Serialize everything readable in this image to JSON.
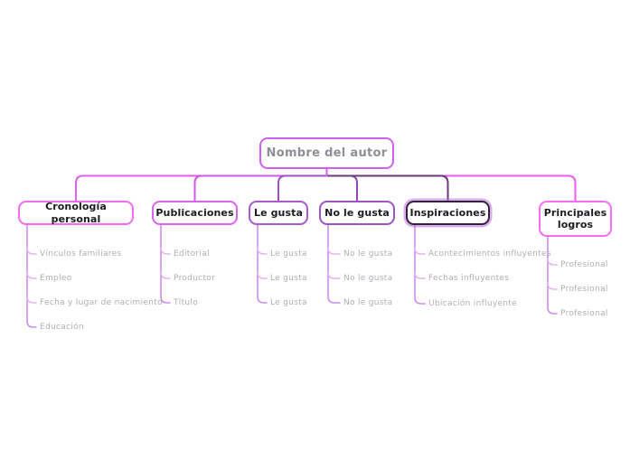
{
  "root": {
    "label": "Nombre del autor"
  },
  "colors": {
    "root_border": "#d35ff0",
    "root_text": "#8f8f97",
    "child_text": "#b1aeb5",
    "child_line": "#cf8de9",
    "child_stub": "#e4b6f2",
    "selection_ring": "#ba6ce0"
  },
  "branches": [
    {
      "label": "Cronología personal",
      "border_color": "#f26df2",
      "connector_color": "#e25ff0",
      "selected": false,
      "children": [
        "Vínculos familiares",
        "Empleo",
        "Fecha y lugar de nacimiento",
        "Educación"
      ]
    },
    {
      "label": "Publicaciones",
      "border_color": "#d964ee",
      "connector_color": "#cf58e8",
      "selected": false,
      "children": [
        "Editorial",
        "Productor",
        "Título"
      ]
    },
    {
      "label": "Le gusta",
      "border_color": "#a95ad2",
      "connector_color": "#a04fc8",
      "selected": false,
      "children": [
        "Le gusta",
        "Le gusta",
        "Le gusta"
      ]
    },
    {
      "label": "No le gusta",
      "border_color": "#9c54c6",
      "connector_color": "#8f46ba",
      "selected": false,
      "children": [
        "No le gusta",
        "No le gusta",
        "No le gusta"
      ]
    },
    {
      "label": "Inspiraciones",
      "border_color": "#33213a",
      "connector_color": "#6a3a7e",
      "selected": true,
      "children": [
        "Acontecimientos influyentes",
        "Fechas influyentes",
        "Ubicación influyente"
      ]
    },
    {
      "label": "Principales logros",
      "border_color": "#f76df6",
      "connector_color": "#ee5cf0",
      "selected": false,
      "children": [
        "Profesional",
        "Profesional",
        "Profesional"
      ]
    }
  ]
}
